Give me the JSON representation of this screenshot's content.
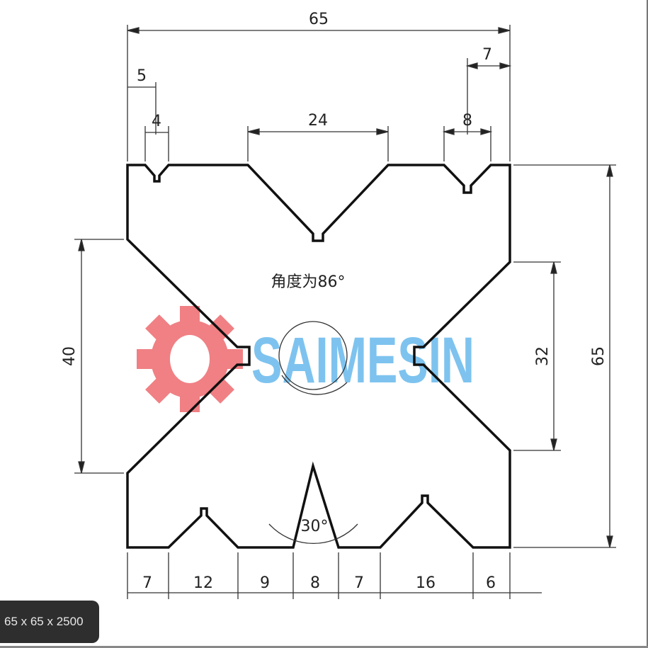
{
  "diagram": {
    "title_note": "角度为86°",
    "top_angle_deg": 86,
    "bottom_angle_label": "30°",
    "overall": {
      "width": "65",
      "height": "65"
    },
    "top_dims": {
      "left_offset": "5",
      "left_groove": "4",
      "center_groove": "24",
      "right_groove": "8",
      "right_offset": "7"
    },
    "side_dims": {
      "left_height": "40",
      "right_height": "32",
      "right_total": "65"
    },
    "bottom_dims": [
      "7",
      "12",
      "9",
      "8",
      "7",
      "16",
      "6"
    ],
    "watermark": {
      "text": "SAIMESIN",
      "text_color": "#7ec3ef",
      "gear_color": "#f07a7e"
    }
  },
  "caption": {
    "text": "65 x 65 x 2500"
  },
  "colors": {
    "line": "#111111",
    "dim_line": "#333333",
    "background": "#ffffff"
  }
}
